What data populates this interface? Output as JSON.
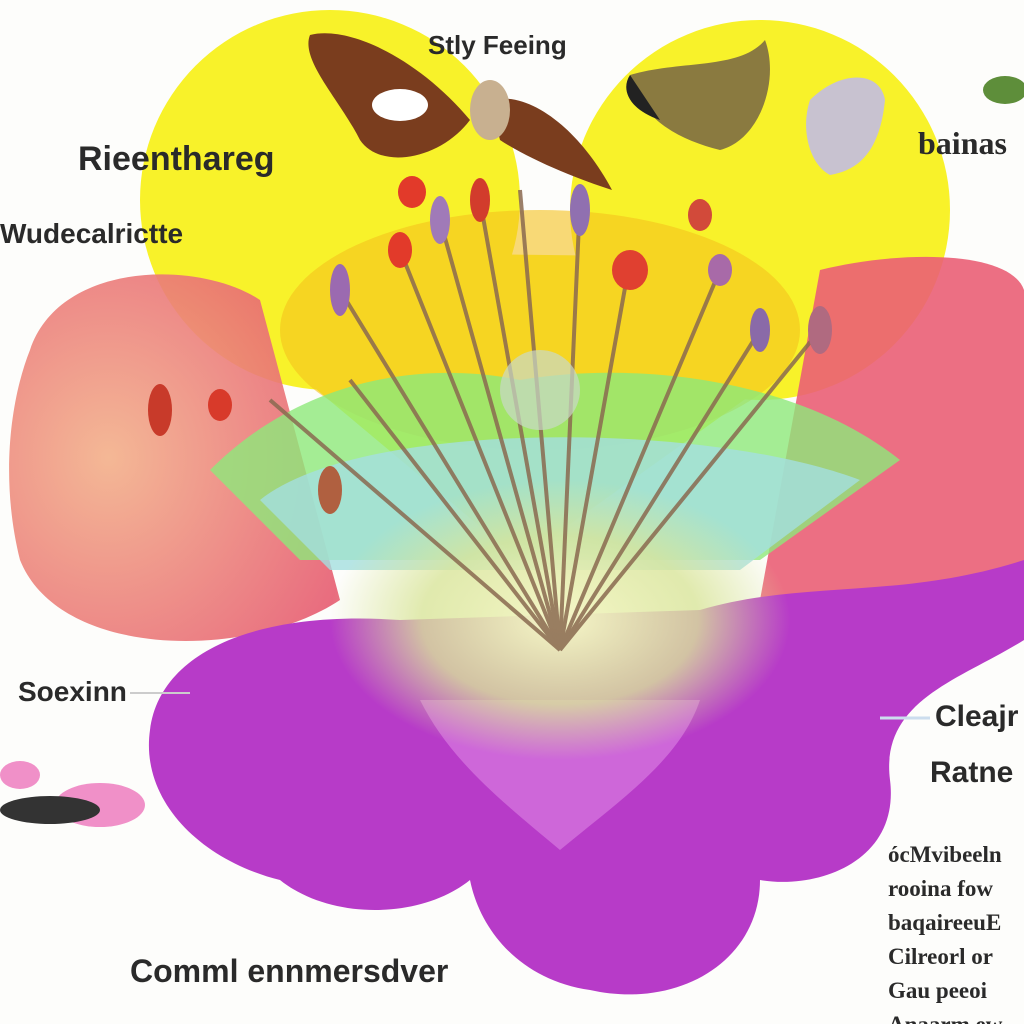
{
  "labels": {
    "top": "Stly Feeing",
    "upper_left": "Rieenthareg",
    "left": "Wudecalrictte",
    "top_right": "bainas",
    "mid_left": "Soexinn",
    "right_1": "Cleajr",
    "right_2": "Ratne",
    "bottom": "Comml ennmersdver",
    "notes": [
      "ócMvibeeln",
      "rooina fow",
      "baqaireeuE",
      "Cilreorl or",
      "Gau peeoi",
      "Anaarm.ew"
    ]
  },
  "colors": {
    "yellow_heart": "#f7f02a",
    "purple_petal": "#b936c8",
    "pink_petal": "#e9637a",
    "green_band": "#8de87a",
    "text": "#2a2a2a"
  }
}
